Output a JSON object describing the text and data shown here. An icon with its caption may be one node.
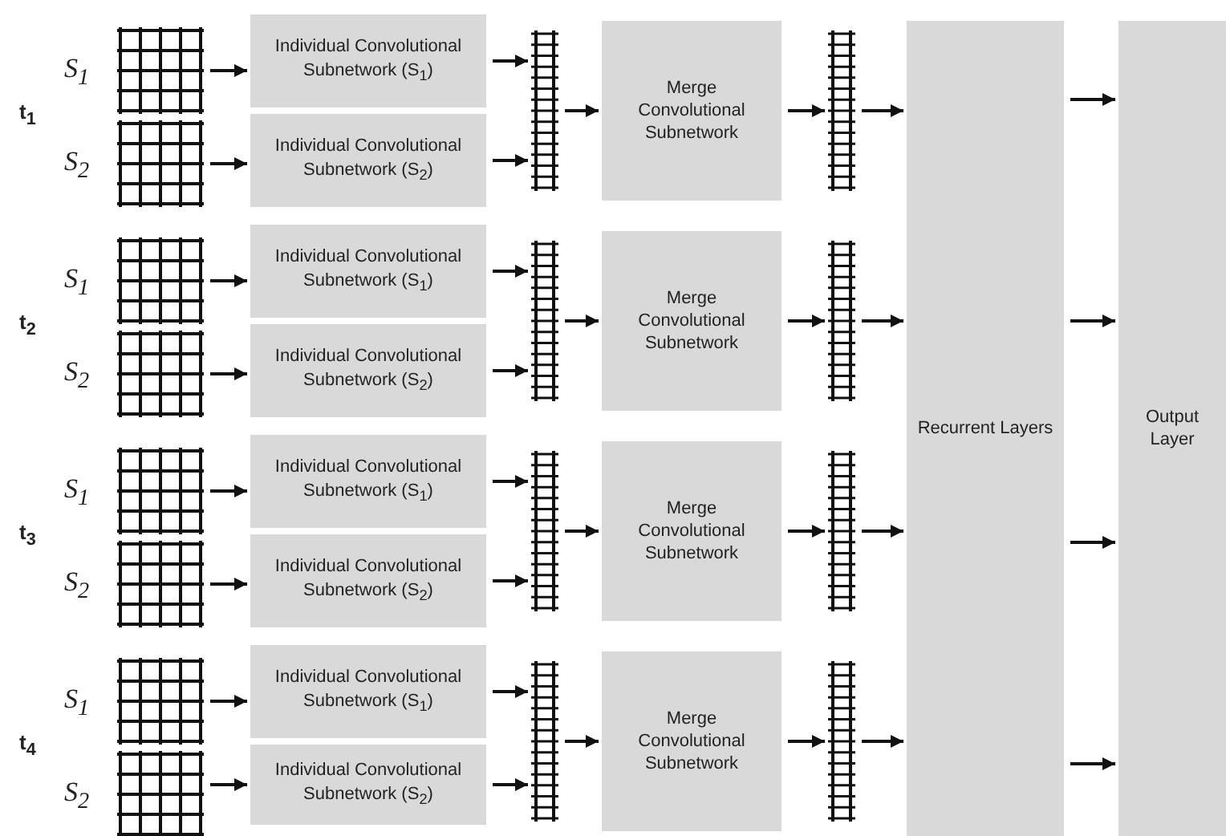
{
  "diagram": {
    "nodes": [
      {
        "text": [],
        "shape": "grid",
        "beside": [
          "S$_{1}$"
        ]
      },
      {
        "text": [
          "Individual Convolutional Subnetwork (S$_{1}$)"
        ]
      },
      {
        "text": [],
        "shape": "grid",
        "beside": [
          "S$_{2}$"
        ]
      },
      {
        "text": [
          "Individual Convolutional Subnetwork (S$_{2}$)"
        ]
      },
      {
        "text": [],
        "shape": "bar"
      },
      {
        "text": [
          "Merge Convolutional Subnetwork"
        ]
      },
      {
        "text": [],
        "shape": "bar"
      },
      {
        "text": [],
        "shape": "grid",
        "beside": [
          "S$_{1}$"
        ]
      },
      {
        "text": [
          "Individual Convolutional Subnetwork (S$_{1}$)"
        ]
      },
      {
        "text": [],
        "shape": "grid",
        "beside": [
          "S$_{2}$"
        ]
      },
      {
        "text": [
          "Individual Convolutional Subnetwork (S$_{2}$)"
        ]
      },
      {
        "text": [],
        "shape": "bar"
      },
      {
        "text": [
          "Merge Convolutional Subnetwork"
        ]
      },
      {
        "text": [],
        "shape": "bar"
      },
      {
        "text": [],
        "shape": "grid",
        "beside": [
          "S$_{1}$"
        ]
      },
      {
        "text": [
          "Individual Convolutional Subnetwork (S$_{1}$)"
        ]
      },
      {
        "text": [],
        "shape": "grid",
        "beside": [
          "S$_{2}$"
        ]
      },
      {
        "text": [
          "Individual Convolutional Subnetwork (S$_{2}$)"
        ]
      },
      {
        "text": [],
        "shape": "bar"
      },
      {
        "text": [
          "Merge Convolutional Subnetwork"
        ]
      },
      {
        "text": [],
        "shape": "bar"
      },
      {
        "text": [],
        "shape": "grid",
        "beside": [
          "S$_{1}$"
        ]
      },
      {
        "text": [
          "Individual Convolutional Subnetwork (S$_{1}$)"
        ]
      },
      {
        "text": [],
        "shape": "grid",
        "beside": [
          "S$_{2}$"
        ]
      },
      {
        "text": [
          "Individual Convolutional Subnetwork (S$_{2}$)"
        ]
      },
      {
        "text": [],
        "shape": "bar"
      },
      {
        "text": [
          "Merge Convolutional Subnetwork"
        ]
      },
      {
        "text": [],
        "shape": "bar"
      },
      {
        "text": [
          "Recurrent Layers"
        ]
      },
      {
        "text": [
          "Output Layer"
        ]
      }
    ],
    "edges": [
      {
        "from": 0,
        "to": 1,
        "arrow": "to"
      },
      {
        "from": 2,
        "to": 3,
        "arrow": "to"
      },
      {
        "from": 1,
        "to": 4,
        "arrow": "to"
      },
      {
        "from": 3,
        "to": 4,
        "arrow": "to"
      },
      {
        "from": 4,
        "to": 5,
        "arrow": "to"
      },
      {
        "from": 5,
        "to": 6,
        "arrow": "to"
      },
      {
        "from": 6,
        "to": 28,
        "arrow": "to"
      },
      {
        "from": 7,
        "to": 8,
        "arrow": "to"
      },
      {
        "from": 9,
        "to": 10,
        "arrow": "to"
      },
      {
        "from": 8,
        "to": 11,
        "arrow": "to"
      },
      {
        "from": 10,
        "to": 11,
        "arrow": "to"
      },
      {
        "from": 11,
        "to": 12,
        "arrow": "to"
      },
      {
        "from": 12,
        "to": 13,
        "arrow": "to"
      },
      {
        "from": 13,
        "to": 28,
        "arrow": "to"
      },
      {
        "from": 14,
        "to": 15,
        "arrow": "to"
      },
      {
        "from": 16,
        "to": 17,
        "arrow": "to"
      },
      {
        "from": 15,
        "to": 18,
        "arrow": "to"
      },
      {
        "from": 17,
        "to": 18,
        "arrow": "to"
      },
      {
        "from": 18,
        "to": 19,
        "arrow": "to"
      },
      {
        "from": 19,
        "to": 20,
        "arrow": "to"
      },
      {
        "from": 20,
        "to": 28,
        "arrow": "to"
      },
      {
        "from": 21,
        "to": 22,
        "arrow": "to"
      },
      {
        "from": 23,
        "to": 24,
        "arrow": "to"
      },
      {
        "from": 22,
        "to": 25,
        "arrow": "to"
      },
      {
        "from": 24,
        "to": 25,
        "arrow": "to"
      },
      {
        "from": 25,
        "to": 26,
        "arrow": "to"
      },
      {
        "from": 26,
        "to": 27,
        "arrow": "to"
      },
      {
        "from": 27,
        "to": 28,
        "arrow": "to"
      },
      {
        "from": 28,
        "to": 29,
        "arrow": "to"
      },
      {
        "from": 28,
        "to": 29,
        "arrow": "to"
      },
      {
        "from": 28,
        "to": 29,
        "arrow": "to"
      },
      {
        "from": 28,
        "to": 29,
        "arrow": "to"
      }
    ],
    "labels": [
      "t$_{1}$",
      "t$_{2}$",
      "t$_{3}$",
      "t$_{4}$"
    ]
  }
}
